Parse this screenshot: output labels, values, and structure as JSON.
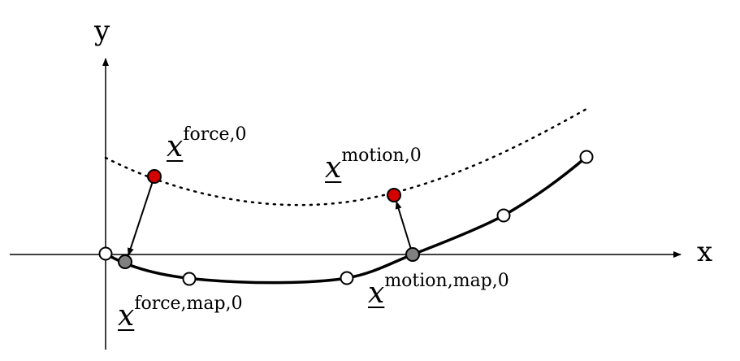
{
  "axes": {
    "x_label": "x",
    "y_label": "y"
  },
  "labels": {
    "force": {
      "base": "x",
      "sup": "force,0"
    },
    "motion": {
      "base": "x",
      "sup": "motion,0"
    },
    "force_map": {
      "base": "x",
      "sup": "force,map,0"
    },
    "motion_map": {
      "base": "x",
      "sup": "motion,map,0"
    }
  },
  "colors": {
    "target_point": "#d40000",
    "mapped_point": "#808080",
    "open_point": "#ffffff",
    "line": "#000000"
  }
}
